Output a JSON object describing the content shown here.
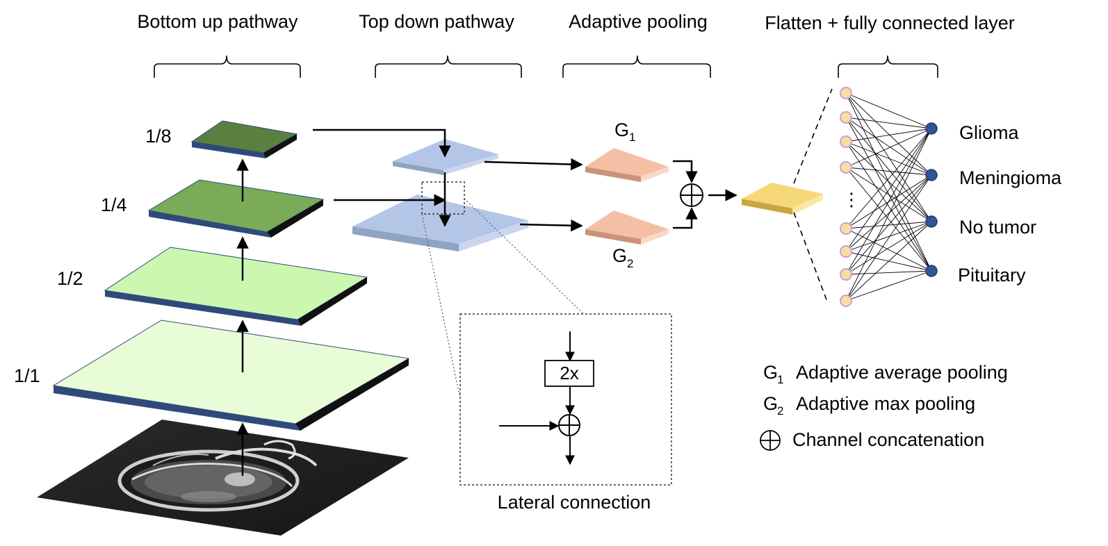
{
  "headers": {
    "bottom_up": "Bottom up pathway",
    "top_down": "Top down pathway",
    "adaptive_pooling": "Adaptive pooling",
    "flatten_fc": "Flatten + fully connected layer"
  },
  "scales": [
    "1/8",
    "1/4",
    "1/2",
    "1/1"
  ],
  "pooling": {
    "g1": "G",
    "g1_sub": "1",
    "g2": "G",
    "g2_sub": "2"
  },
  "lateral": {
    "upsample": "2x",
    "caption": "Lateral connection"
  },
  "fc": {
    "ellipsis": "⋮"
  },
  "classes": [
    "Glioma",
    "Meningioma",
    "No tumor",
    "Pituitary"
  ],
  "legend": [
    {
      "symbol": "G",
      "sub": "1",
      "text": "Adaptive average pooling"
    },
    {
      "symbol": "G",
      "sub": "2",
      "text": "Adaptive max pooling"
    },
    {
      "symbol": "⊕",
      "sub": "",
      "text": "Channel concatenation"
    }
  ],
  "colors": {
    "layer_1_8": "#5a8040",
    "layer_1_4": "#79ab58",
    "layer_1_2": "#ccf7b1",
    "layer_1_1": "#e8fcd8",
    "layer_edge": "#2f4a7a",
    "top_down": "#b4c6e7",
    "pooling": "#f4c0a5",
    "flatten": "#f5d878",
    "input_node": "#f8dfa0",
    "input_node_stroke": "#c8a0d8",
    "output_node": "#2f5597"
  }
}
